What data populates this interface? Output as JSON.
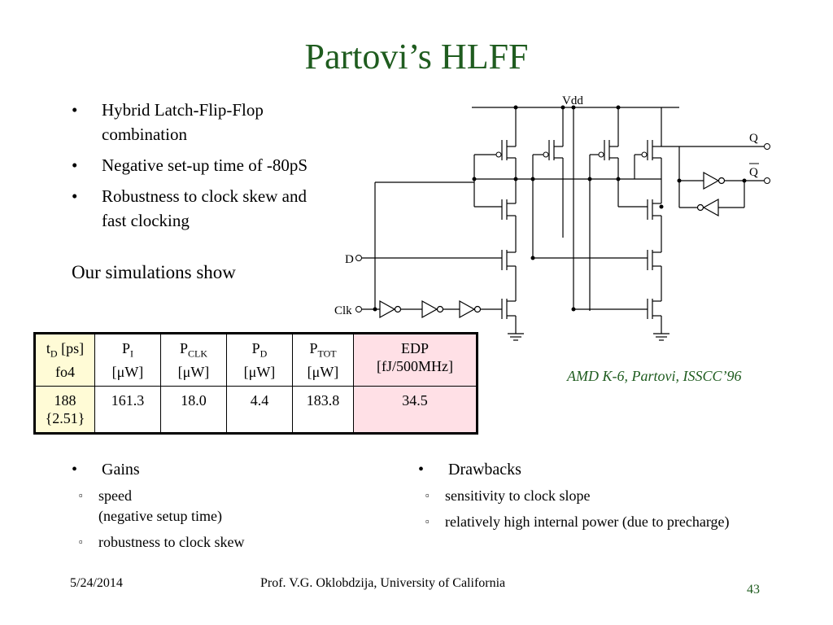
{
  "title": "Partovi’s HLFF",
  "bullets": [
    "Hybrid Latch-Flip-Flop combination",
    "Negative set-up time of -80pS",
    "Robustness to clock skew and fast clocking"
  ],
  "sim_heading": "Our simulations show",
  "circuit": {
    "vdd": "Vdd",
    "q": "Q",
    "qbar": "Q",
    "d": "D",
    "clk": "Clk"
  },
  "reference": "AMD K-6, Partovi, ISSCC’96",
  "table": {
    "h0_main": "t",
    "h0_sub": "D",
    "h0_unit": " [ps]",
    "h0_line2": "fo4",
    "h1_main": "P",
    "h1_sub": "I",
    "h1_unit": "[μW]",
    "h2_main": "P",
    "h2_sub": "CLK",
    "h2_unit": "[μW]",
    "h3_main": "P",
    "h3_sub": "D",
    "h3_unit": "[μW]",
    "h4_main": "P",
    "h4_sub": "TOT",
    "h4_unit": "[μW]",
    "h5_line1": "EDP",
    "h5_line2": "[fJ/500MHz]",
    "r0_line1": "188",
    "r0_line2": "{2.51}",
    "r1": "161.3",
    "r2": "18.0",
    "r3": "4.4",
    "r4": "183.8",
    "r5": "34.5"
  },
  "gains": {
    "label": "Gains",
    "items": [
      "speed",
      "(negative setup time)",
      "robustness to clock skew"
    ]
  },
  "drawbacks": {
    "label": "Drawbacks",
    "items": [
      "sensitivity to clock slope",
      "relatively high internal power (due to precharge)"
    ]
  },
  "footer": {
    "date": "5/24/2014",
    "author": "Prof. V.G. Oklobdzija, University of California",
    "page": "43"
  }
}
